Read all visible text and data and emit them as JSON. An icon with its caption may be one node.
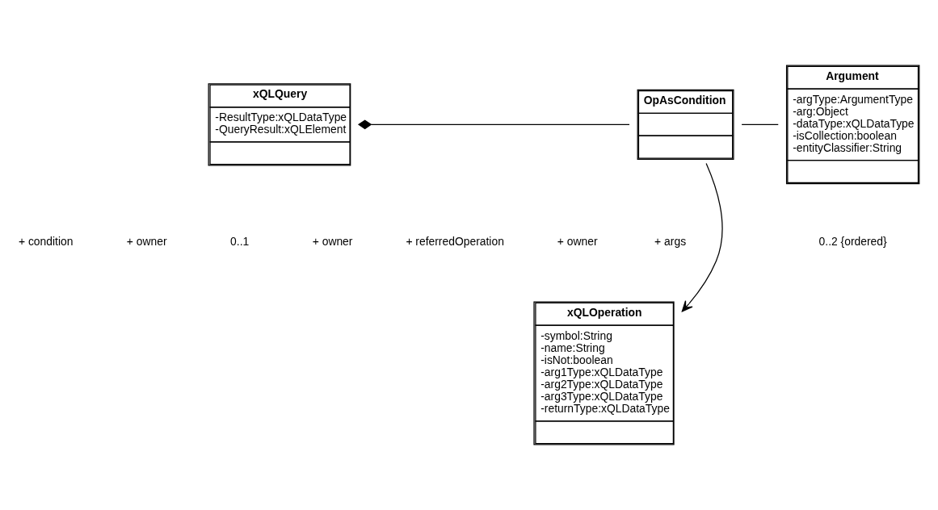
{
  "diagram": {
    "nodes": [
      {
        "text": [
          "xQLQuery",
          "-ResultType:xQLDataType",
          "-QueryResult:xQLElement"
        ]
      },
      {
        "text": [
          "OpAsCondition"
        ]
      },
      {
        "text": [
          "Argument",
          "-argType:ArgumentType",
          "-arg:Object",
          "-dataType:xQLDataType",
          "-isCollection:boolean",
          "-entityClassifier:String"
        ]
      },
      {
        "text": [
          "xQLOperation",
          "-symbol:String",
          "-name:String",
          "-isNot:boolean",
          "-arg1Type:xQLDataType",
          "-arg2Type:xQLDataType",
          "-arg3Type:xQLDataType",
          "-returnType:xQLDataType"
        ]
      }
    ],
    "edges": [
      {
        "from": 0,
        "to": 1,
        "arrow": "other"
      },
      {
        "from": 1,
        "to": 2,
        "arrow": "none"
      },
      {
        "from": 1,
        "to": 3,
        "arrow": "to"
      }
    ],
    "labels": [
      "+ condition",
      "+ owner",
      "0..1",
      "+ owner",
      "+ referredOperation",
      "+ owner",
      "+ args",
      "0..2 {ordered}"
    ]
  }
}
